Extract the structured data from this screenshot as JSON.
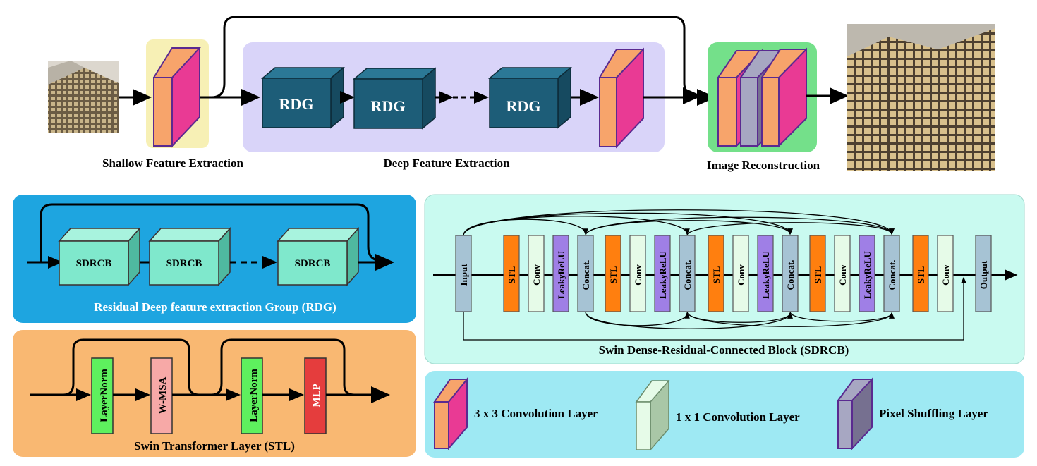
{
  "top": {
    "shallow_label": "Shallow Feature Extraction",
    "deep_label": "Deep Feature Extraction",
    "recon_label": "Image Reconstruction",
    "rdg_blocks": [
      "RDG",
      "RDG",
      "RDG"
    ]
  },
  "rdg_panel": {
    "title": "Residual Deep feature extraction Group (RDG)",
    "blocks": [
      "SDRCB",
      "SDRCB",
      "SDRCB"
    ],
    "background": "#1ea5e0"
  },
  "stl_panel": {
    "title": "Swin Transformer Layer (STL)",
    "layers": [
      "LayerNorm",
      "W-MSA",
      "LayerNorm",
      "MLP"
    ],
    "background": "#f9b872"
  },
  "sdrcb_panel": {
    "title": "Swin Dense-Residual-Connected Block (SDRCB)",
    "input_label": "Input",
    "output_label": "Output",
    "group_labels": [
      "STL",
      "Conv",
      "LeakyReLU",
      "Concat."
    ],
    "tail_labels": [
      "STL",
      "Conv"
    ],
    "background": "#c9faf0"
  },
  "legend": {
    "items": [
      "3 x 3 Convolution Layer",
      "1 x 1 Convolution Layer",
      "Pixel Shuffling Layer"
    ],
    "background": "#9ee9f3"
  },
  "colors": {
    "conv3_front": "#f7a46b",
    "conv3_side": "#e93a94",
    "conv1_front": "#e6fbe8",
    "conv1_side": "#a9c7a7",
    "pixshuf_front": "#a7a7c2",
    "pixshuf_side": "#767090",
    "rdg_box": "#1d5d78",
    "sdrcb_box": "#7fe8cc",
    "stl": "#ff7f0f",
    "leaky": "#9f7fe6",
    "concat": "#a6c3d4",
    "layernorm": "#5ef05e",
    "wmsa": "#f7a9a7",
    "mlp": "#e53d3d"
  }
}
